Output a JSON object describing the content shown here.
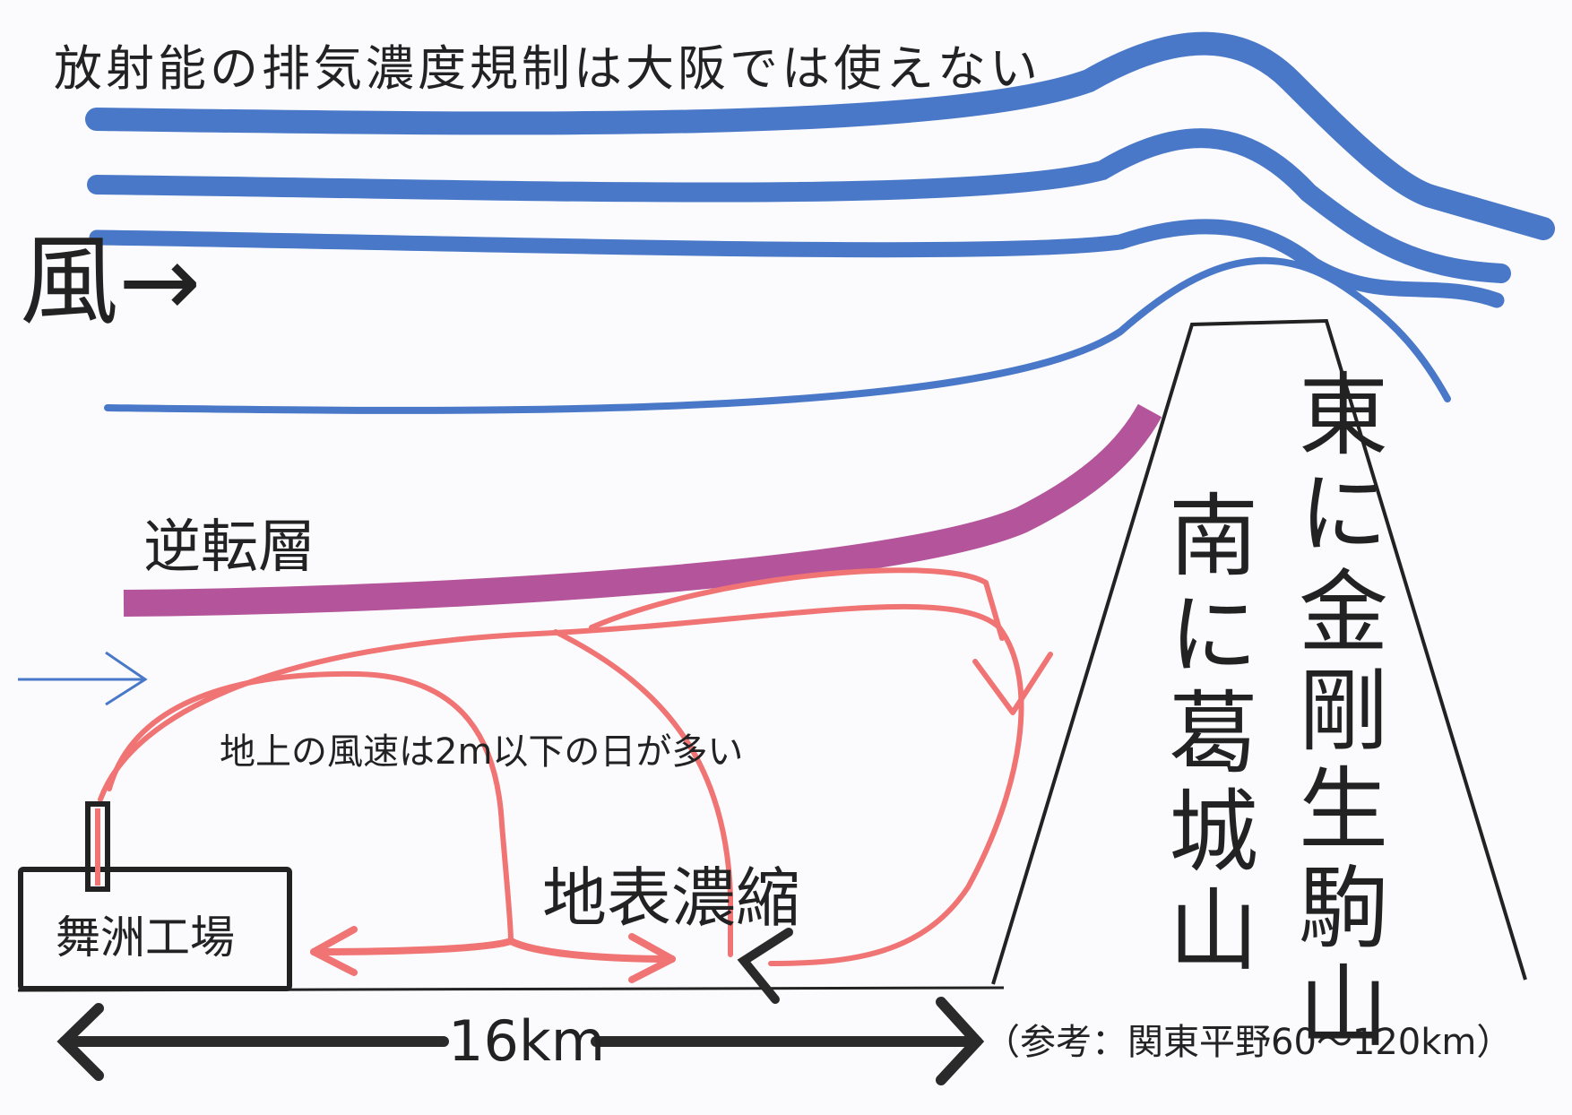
{
  "title": "放射能の排気濃度規制は大阪では使えない",
  "wind_label": "風→",
  "inversion_label": "逆転層",
  "ground_note": "地上の風速は2m以下の日が多い",
  "surface_label": "地表濃縮",
  "factory_label": "舞洲工場",
  "mountain_east": "東に金剛生駒山",
  "mountain_south": "南に葛城山",
  "distance_label": "16km",
  "reference_note": "（参考：関東平野60〜120km）",
  "colors": {
    "wind_lines": "#4a78c8",
    "inversion_layer": "#b4549a",
    "circulation": "#f07474",
    "ink": "#222222"
  },
  "icons": {
    "wind_arrow": "thin-arrow-right-icon",
    "distance_arrow": "double-headed-arrow-icon"
  }
}
